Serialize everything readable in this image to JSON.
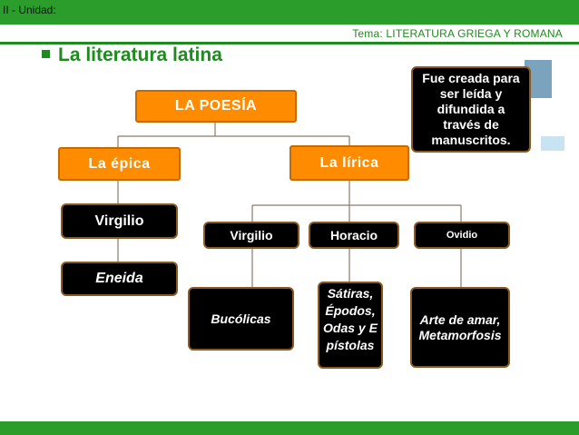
{
  "header": {
    "unit_label": "II - Unidad:",
    "topic_label": "Tema: LITERATURA GRIEGA Y ROMANA"
  },
  "slide": {
    "title": "La literatura latina"
  },
  "diagram": {
    "root": "LA POESÍA",
    "note": "Fue creada para ser leída y difundida a través de manuscritos.",
    "epic": {
      "label": "La épica",
      "author": "Virgilio",
      "work": "Eneida"
    },
    "lyric": {
      "label": "La lírica",
      "authors": [
        {
          "name": "Virgilio",
          "work": "Bucólicas"
        },
        {
          "name": "Horacio",
          "work": "Sátiras, Épodos, Odas y Epístolas"
        },
        {
          "name": "Ovidio",
          "work": "Arte de amar, Metamorfosis"
        }
      ]
    }
  },
  "colors": {
    "green": "#2a9d2a",
    "orange": "#ff8c00",
    "black": "#000000"
  }
}
